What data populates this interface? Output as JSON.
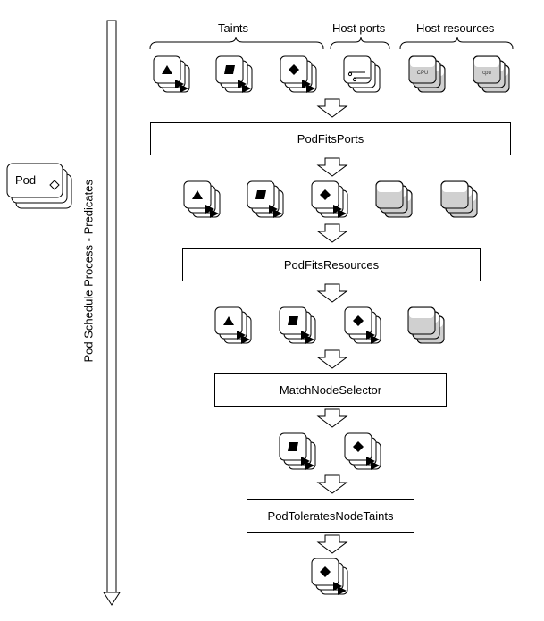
{
  "pod": {
    "label": "Pod"
  },
  "process_label": "Pod Schedule Process - Predicates",
  "groups": {
    "taints": "Taints",
    "host_ports": "Host ports",
    "host_resources": "Host resources"
  },
  "resource_labels": {
    "cpu_upper": "CPU",
    "cpu_lower": "cpu"
  },
  "predicates": {
    "pod_fits_ports": "PodFitsPorts",
    "pod_fits_resources": "PodFitsResources",
    "match_node_selector": "MatchNodeSelector",
    "pod_tolerates_node_taints": "PodToleratesNodeTaints"
  },
  "node_icons": {
    "row0": [
      "triangle",
      "square",
      "diamond",
      "ports",
      "cpu-upper",
      "cpu-lower"
    ],
    "row1": [
      "triangle",
      "square",
      "diamond",
      "resource",
      "resource"
    ],
    "row2": [
      "triangle",
      "square",
      "diamond",
      "resource"
    ],
    "row3": [
      "square",
      "diamond"
    ],
    "row4": [
      "diamond"
    ]
  }
}
